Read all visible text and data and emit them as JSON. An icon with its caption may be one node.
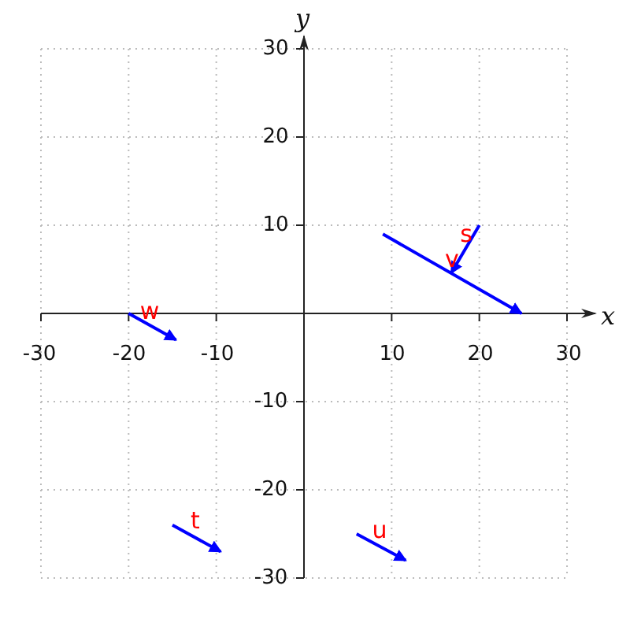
{
  "diagram": {
    "labels": [
      "y",
      "30",
      "20",
      "s",
      "10",
      "v",
      "w",
      "x",
      "-30",
      "-20",
      "-10",
      "10",
      "20",
      "30",
      "-10",
      "-20",
      "t",
      "u",
      "-30"
    ]
  }
}
